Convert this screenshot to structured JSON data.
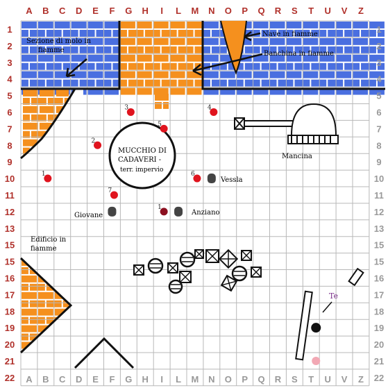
{
  "columns": [
    "A",
    "B",
    "C",
    "D",
    "E",
    "F",
    "G",
    "H",
    "I",
    "L",
    "M",
    "N",
    "O",
    "P",
    "Q",
    "R",
    "S",
    "T",
    "U",
    "V",
    "Z"
  ],
  "rows": [
    "1",
    "2",
    "3",
    "4",
    "5",
    "6",
    "7",
    "8",
    "9",
    "10",
    "11",
    "12",
    "13",
    "15",
    "15",
    "16",
    "17",
    "18",
    "19",
    "20",
    "21",
    "22"
  ],
  "colors": {
    "water": "#4a6fe0",
    "fire": "#f5901e",
    "enemy": "#e0141e",
    "grid": "#b8b8b8",
    "axis_label": "#b0302a",
    "npc": "#444444",
    "te": "#7a2d8a"
  },
  "labels": {
    "molo": [
      "Sezione di molo in",
      "fiamme"
    ],
    "nave": "Nave in fiamme",
    "banchina": "Banchina in fiamme",
    "mancina": "Mancina",
    "mucchio": [
      "MUCCHIO DI",
      "CADAVERI -",
      "terr. impervio"
    ],
    "edificio": [
      "Edificio in",
      "fiamme"
    ],
    "vessla": "Vessla",
    "giovane": "Giovane",
    "anziano": "Anziano",
    "te": "Te"
  },
  "enemies": [
    {
      "n": "1",
      "col": "B",
      "row": "10"
    },
    {
      "n": "2",
      "col": "E",
      "row": "8"
    },
    {
      "n": "3",
      "col": "G",
      "row": "6"
    },
    {
      "n": "4",
      "col": "N",
      "row": "6"
    },
    {
      "n": "5",
      "col": "I",
      "row": "7"
    },
    {
      "n": "6",
      "col": "M",
      "row": "10"
    },
    {
      "n": "7",
      "col": "F",
      "row": "11"
    },
    {
      "n": "1",
      "col": "I",
      "row": "12"
    }
  ],
  "npcs": [
    {
      "name": "Vessla",
      "col": "N",
      "row": "10"
    },
    {
      "name": "Giovane",
      "col": "F",
      "row": "12"
    },
    {
      "name": "Anziano",
      "col": "L",
      "row": "12"
    }
  ],
  "player": {
    "name": "Te",
    "col": "T",
    "row": "19"
  }
}
